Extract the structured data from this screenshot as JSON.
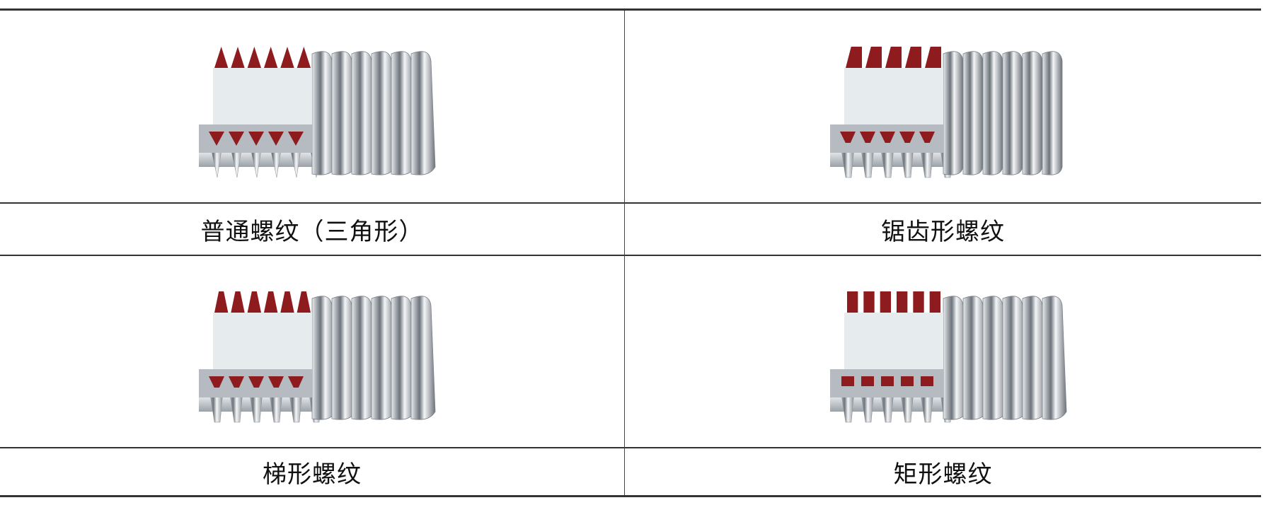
{
  "table": {
    "cells": [
      {
        "label": "普通螺纹（三角形）"
      },
      {
        "label": "锯齿形螺纹"
      },
      {
        "label": "梯形螺纹"
      },
      {
        "label": "矩形螺纹"
      }
    ]
  },
  "colors": {
    "tooth_red": "#8e1b1e",
    "rule": "#333333",
    "metal_dark": "#6d737a",
    "metal_light": "#e9edf0"
  }
}
